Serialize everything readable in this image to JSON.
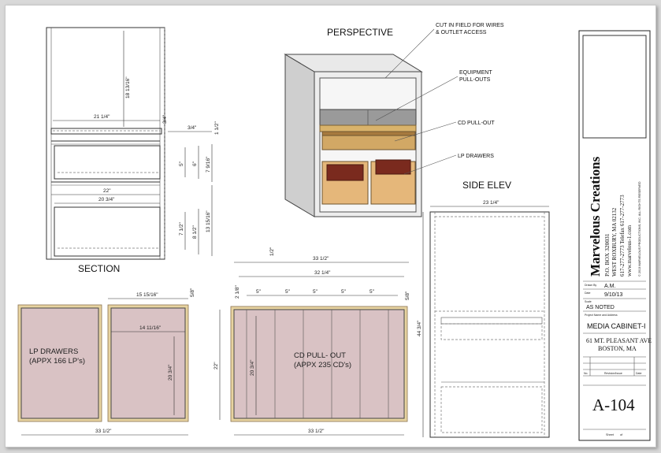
{
  "views": {
    "perspective": "PERSPECTIVE",
    "section": "SECTION",
    "side_elev": "SIDE ELEV"
  },
  "callouts": {
    "cut_in_field_1": "CUT IN FIELD FOR WIRES",
    "cut_in_field_2": "& OUTLET ACCESS",
    "equipment_1": "EQUIPMENT",
    "equipment_2": "PULL-OUTS",
    "cd_pullout": "CD PULL-OUT",
    "lp_drawers": "LP DRAWERS"
  },
  "panels": {
    "lp_drawers_1": "LP  DRAWERS",
    "lp_drawers_2": "(APPX 166 LP's)",
    "cd_pullout_1": "CD  PULL-  OUT",
    "cd_pullout_2": "(APPX 235 CD's)"
  },
  "dimensions": {
    "section_top_height": "18 13/16\"",
    "section_inner_width": "21 1/4\"",
    "section_three_quarter_a": "3/4\"",
    "section_three_quarter_b": "3/4\"",
    "section_one_half": "1 1/2\"",
    "section_five": "5\"",
    "section_six": "6\"",
    "section_seven_nine": "7 9/16\"",
    "section_twentytwo": "22\"",
    "section_twenty_three_quarter": "20 3/4\"",
    "section_thirteen": "13 15/16\"",
    "section_seven_half": "7 1/2\"",
    "section_eight_half": "8 1/2\"",
    "lp_width_outer": "15 15/16\"",
    "lp_width_inner": "14 11/16\"",
    "lp_height": "20 3/4\"",
    "lp_five_eighths": "5/8\"",
    "overall_height_22": "22\"",
    "bottom_width_left": "33 1/2\"",
    "cd_overall_width": "33 1/2\"",
    "cd_inner_width": "32 1/4\"",
    "cd_half": "1/2\"",
    "cd_slot": "5\"",
    "cd_two_eighth": "2 1/8\"",
    "cd_five_eighths": "5/8\"",
    "cd_height": "20 3/4\"",
    "bottom_width_right": "33 1/2\"",
    "side_width": "23 1/4\"",
    "side_height": "44 3/4\""
  },
  "title_block": {
    "company": "Marvelous Creations",
    "address1": "P.O. BOX 320031",
    "address2": "WEST ROXBURY, MA 02132",
    "phone": "617-277-2773  Telefax 617-277-2773",
    "web": "www.marvelous-1.com",
    "copyright": "© 2013 MARVELOUS PRODUCTIONS, INC. ALL RIGHTS RESERVED",
    "drawn_by_label": "Drawn By",
    "drawn_by": "A.M.",
    "date_label": "Date",
    "date": "9/10/13",
    "scale_label": "Scale",
    "scale": "AS NOTED",
    "project_name_label": "Project Name and Address",
    "project_name": "MEDIA CABINET-I",
    "project_address1": "61 MT. PLEASANT AVE",
    "project_address2": "BOSTON, MA",
    "no_label": "No.",
    "revision_label": "Revision/Issue",
    "rev_date_label": "Date",
    "sheet_number": "A-104",
    "sheet_label": "Sheet",
    "of_label": "of"
  }
}
